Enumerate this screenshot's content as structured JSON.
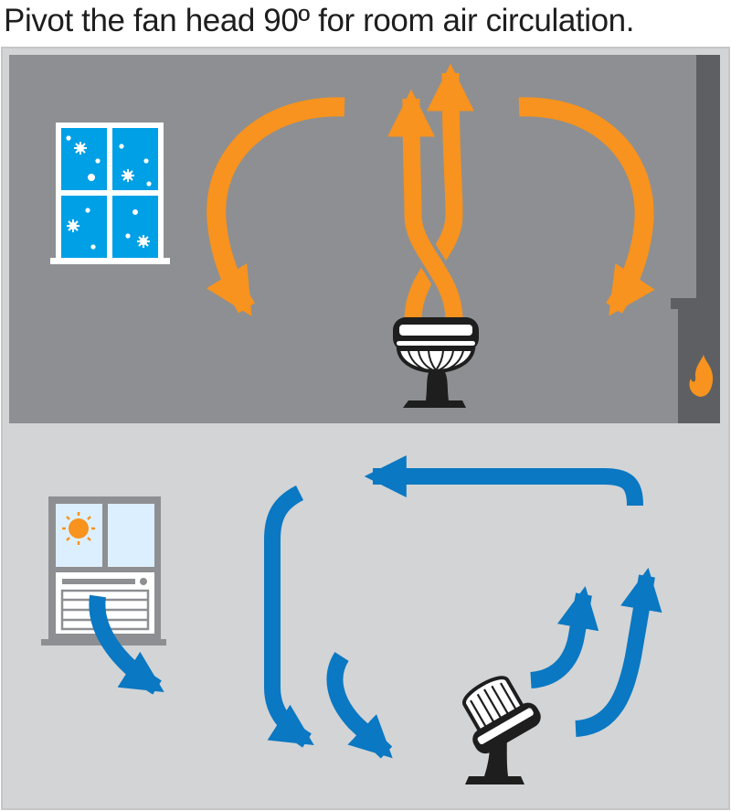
{
  "title": "Pivot the fan head 90º for room air circulation.",
  "panels": {
    "top": {
      "theme": "winter",
      "background": "#8e8f92",
      "arrow_color": "#f7931e",
      "window_sky": "#00a0e6",
      "flame_color": "#f7931e"
    },
    "bottom": {
      "theme": "summer",
      "background": "#d3d4d6",
      "arrow_color": "#0a78c2",
      "window_sky": "#dcefff",
      "sun_color": "#f7931e"
    }
  },
  "icons": [
    "snowflake-icon",
    "fan-icon",
    "flame-icon",
    "sun-icon",
    "air-conditioner-icon"
  ]
}
